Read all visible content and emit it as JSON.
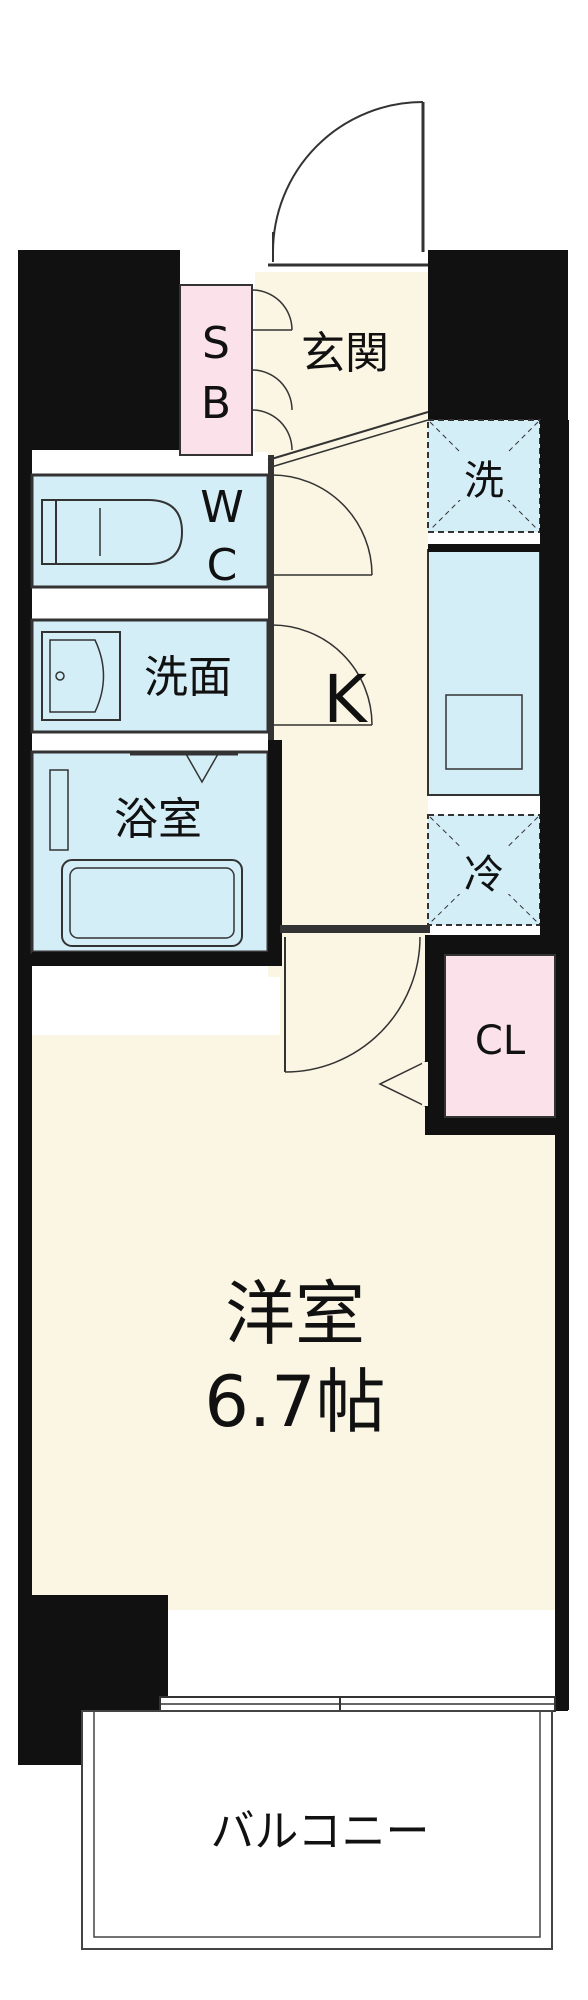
{
  "rooms": {
    "shoe_box_top": "S",
    "shoe_box_bottom": "B",
    "entrance": "玄関",
    "toilet_top": "W",
    "toilet_bottom": "C",
    "washroom": "洗面",
    "bathroom": "浴室",
    "kitchen": "K",
    "washer": "洗",
    "fridge": "冷",
    "closet": "CL",
    "western_room": "洋室",
    "western_room_size": "6.7帖",
    "balcony": "バルコニー"
  },
  "colors": {
    "wall": "#111111",
    "floor_cream": "#fbf5e3",
    "wet_blue": "#d4eef8",
    "storage_pink": "#fbe2ea",
    "line": "#333333"
  }
}
